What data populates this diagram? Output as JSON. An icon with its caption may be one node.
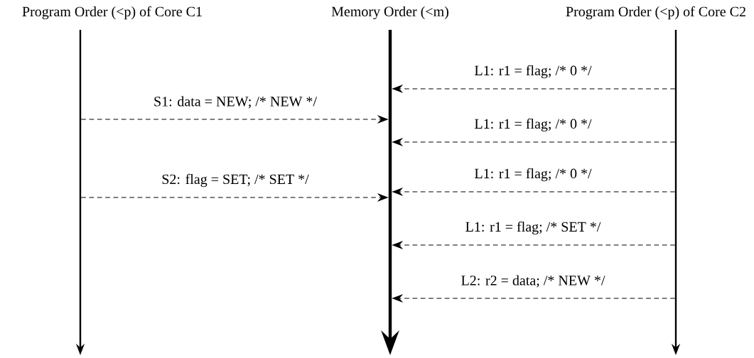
{
  "diagram": {
    "nodes": [
      {
        "text": [
          "Program Order (<p) of Core C1"
        ]
      },
      {
        "text": [
          "Memory Order (<m)"
        ]
      },
      {
        "text": [
          "Program Order (<p) of Core C2"
        ]
      }
    ],
    "edges": [
      {
        "from": 2,
        "to": 1,
        "arrow": "to",
        "style": "dashed",
        "label": "L1: r1 = flag; /* 0 */"
      },
      {
        "from": 0,
        "to": 1,
        "arrow": "to",
        "style": "dashed",
        "label": "S1: data = NEW; /* NEW */"
      },
      {
        "from": 2,
        "to": 1,
        "arrow": "to",
        "style": "dashed",
        "label": "L1: r1 = flag; /* 0 */"
      },
      {
        "from": 2,
        "to": 1,
        "arrow": "to",
        "style": "dashed",
        "label": "L1: r1 = flag; /* 0 */"
      },
      {
        "from": 0,
        "to": 1,
        "arrow": "to",
        "style": "dashed",
        "label": "S2: flag = SET; /* SET */"
      },
      {
        "from": 2,
        "to": 1,
        "arrow": "to",
        "style": "dashed",
        "label": "L1: r1 = flag; /* SET */"
      },
      {
        "from": 2,
        "to": 1,
        "arrow": "to",
        "style": "dashed",
        "label": "L2: r2 = data; /* NEW */"
      }
    ]
  }
}
